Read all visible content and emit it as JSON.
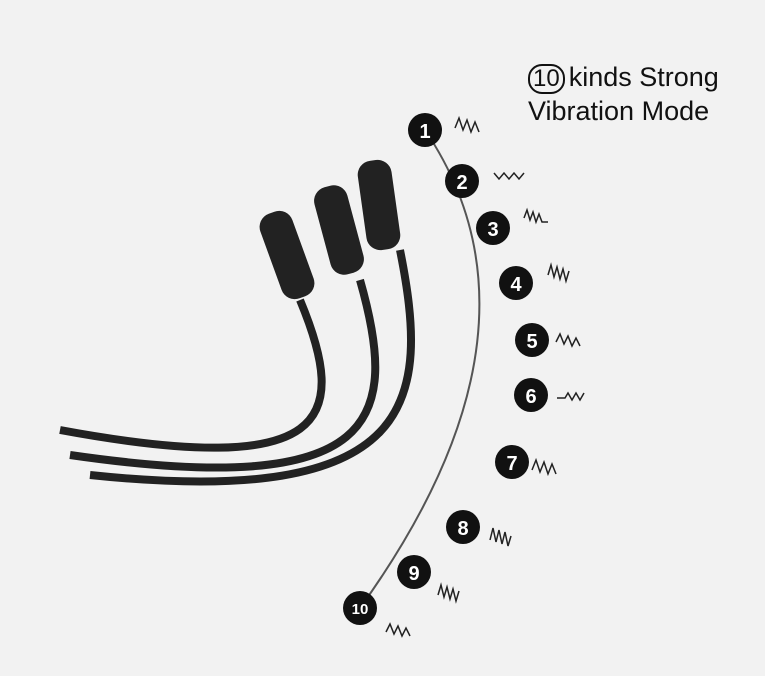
{
  "title": {
    "badge": "10",
    "line1": "kinds Strong",
    "line2": "Vibration Mode"
  },
  "modes": [
    "1",
    "2",
    "3",
    "4",
    "5",
    "6",
    "7",
    "8",
    "9",
    "10"
  ]
}
